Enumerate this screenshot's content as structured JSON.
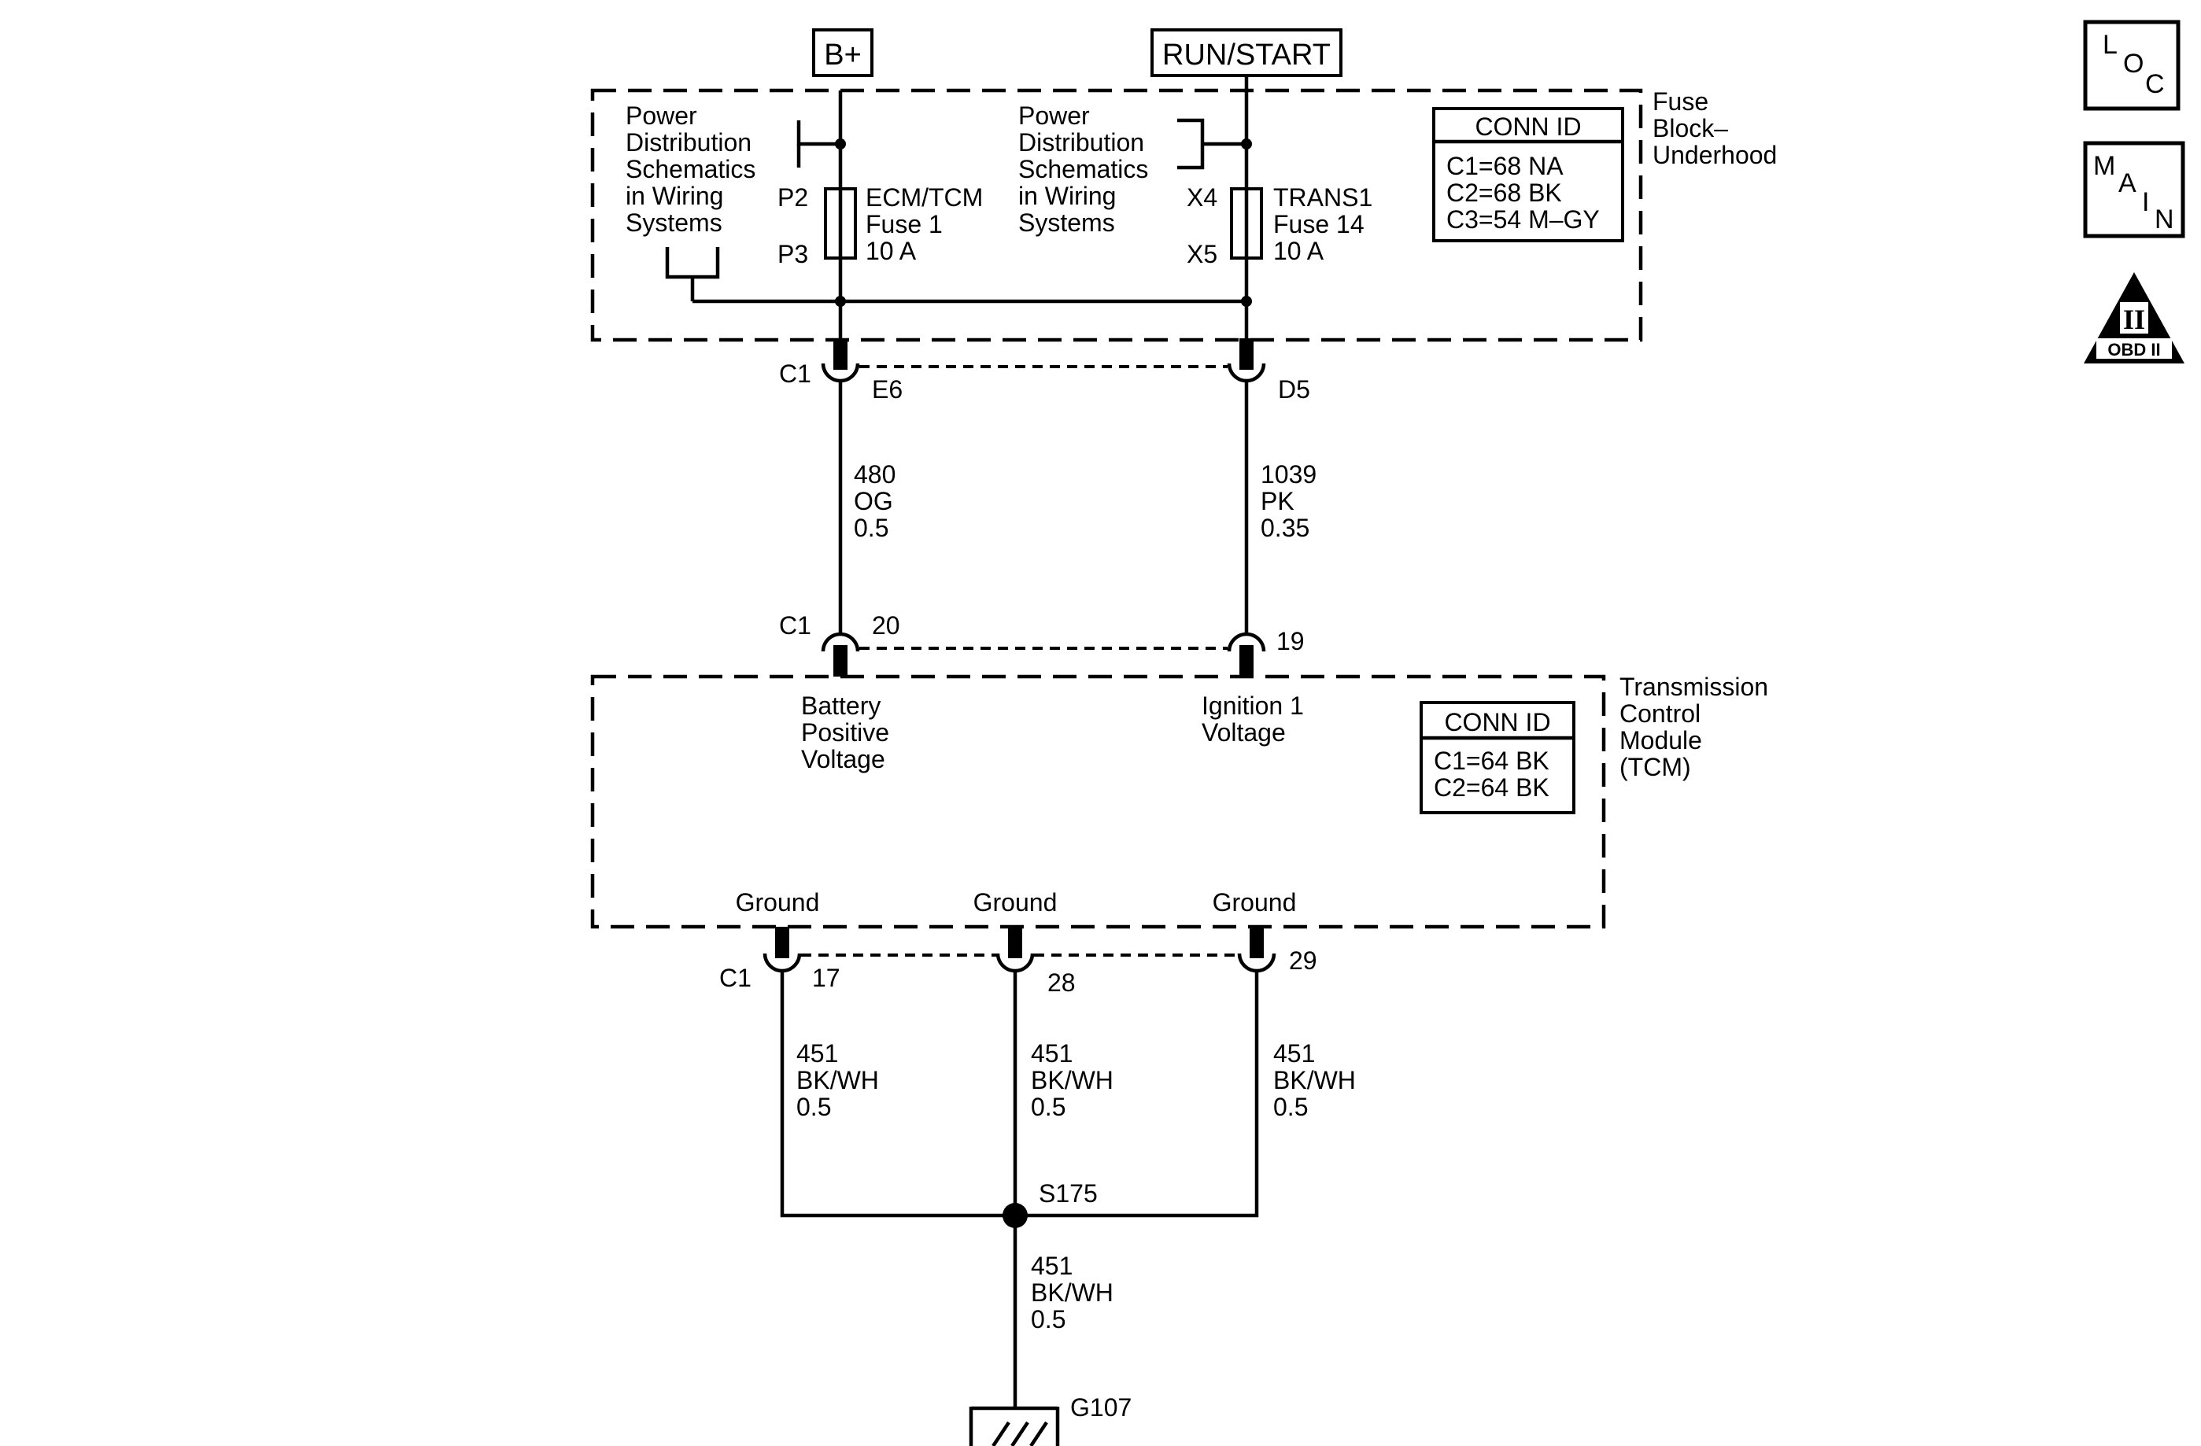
{
  "sources": {
    "b_plus": "B+",
    "run_start": "RUN/START"
  },
  "fuse_block": {
    "title": [
      "Fuse",
      "Block–",
      "Underhood"
    ],
    "conn_id": {
      "header": "CONN ID",
      "lines": [
        "C1=68 NA",
        "C2=68 BK",
        "C3=54 M–GY"
      ]
    },
    "pds_text": [
      "Power",
      "Distribution",
      "Schematics",
      "in Wiring",
      "Systems"
    ],
    "fuse1": {
      "top_pin": "P2",
      "bottom_pin": "P3",
      "label": [
        "ECM/TCM",
        "Fuse 1",
        "10 A"
      ]
    },
    "fuse2": {
      "top_pin": "X4",
      "bottom_pin": "X5",
      "label": [
        "TRANS1",
        "Fuse 14",
        "10 A"
      ]
    }
  },
  "upper_connector": {
    "name": "C1",
    "pin_left": "E6",
    "pin_right": "D5"
  },
  "wire_left": [
    "480",
    "OG",
    "0.5"
  ],
  "wire_right": [
    "1039",
    "PK",
    "0.35"
  ],
  "tcm_connector": {
    "name": "C1",
    "pin_left": "20",
    "pin_right": "19"
  },
  "tcm": {
    "title": [
      "Transmission",
      "Control",
      "Module",
      "(TCM)"
    ],
    "conn_id": {
      "header": "CONN ID",
      "lines": [
        "C1=64 BK",
        "C2=64 BK"
      ]
    },
    "battery_label": [
      "Battery",
      "Positive",
      "Voltage"
    ],
    "ignition_label": [
      "Ignition 1",
      "Voltage"
    ],
    "ground_label": "Ground"
  },
  "ground_connector": {
    "name": "C1",
    "pins": [
      "17",
      "28",
      "29"
    ]
  },
  "ground_wire": [
    "451",
    "BK/WH",
    "0.5"
  ],
  "splice": "S175",
  "ground_point": "G107",
  "side_icons": {
    "loc": [
      "L",
      "O",
      "C"
    ],
    "main": [
      "M",
      "A",
      "I",
      "N"
    ],
    "obd": {
      "numeral": "II",
      "label": "OBD II"
    }
  }
}
